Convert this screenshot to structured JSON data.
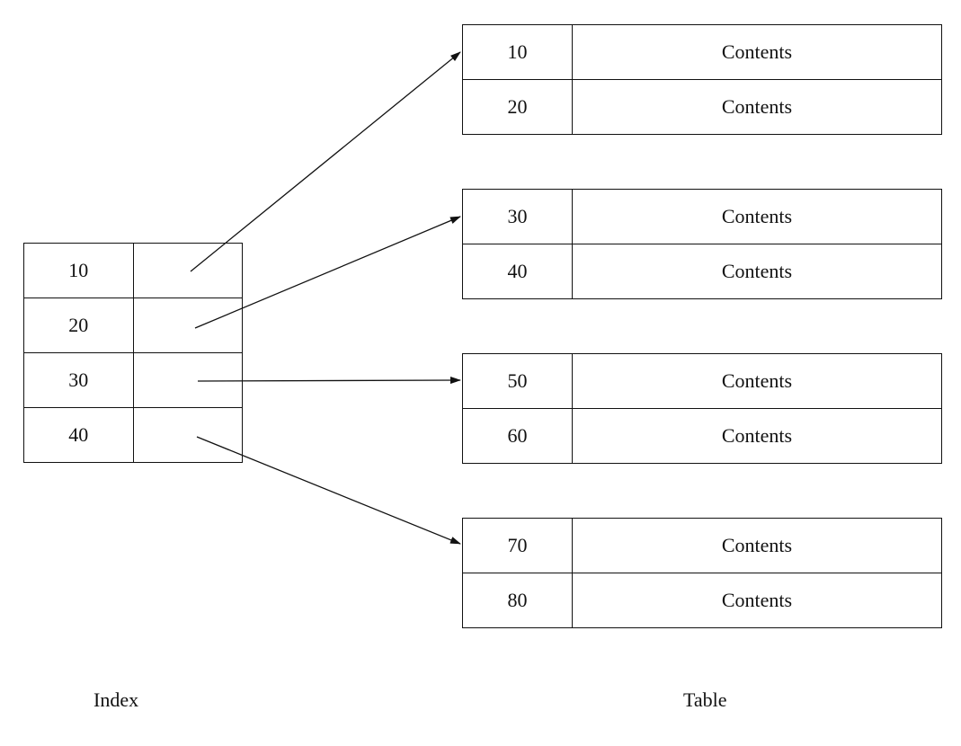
{
  "index": {
    "caption": "Index",
    "rows": [
      {
        "key": "10",
        "pointer": ""
      },
      {
        "key": "20",
        "pointer": ""
      },
      {
        "key": "30",
        "pointer": ""
      },
      {
        "key": "40",
        "pointer": ""
      }
    ]
  },
  "table": {
    "caption": "Table",
    "blocks": [
      {
        "rows": [
          {
            "key": "10",
            "contents": "Contents"
          },
          {
            "key": "20",
            "contents": "Contents"
          }
        ]
      },
      {
        "rows": [
          {
            "key": "30",
            "contents": "Contents"
          },
          {
            "key": "40",
            "contents": "Contents"
          }
        ]
      },
      {
        "rows": [
          {
            "key": "50",
            "contents": "Contents"
          },
          {
            "key": "60",
            "contents": "Contents"
          }
        ]
      },
      {
        "rows": [
          {
            "key": "70",
            "contents": "Contents"
          },
          {
            "key": "80",
            "contents": "Contents"
          }
        ]
      }
    ]
  },
  "links": [
    {
      "from": "index row 10",
      "to": "table block 1"
    },
    {
      "from": "index row 20",
      "to": "table block 2"
    },
    {
      "from": "index row 30",
      "to": "table block 3"
    },
    {
      "from": "index row 40",
      "to": "table block 4"
    }
  ],
  "colors": {
    "line": "#111111",
    "background": "#ffffff"
  }
}
